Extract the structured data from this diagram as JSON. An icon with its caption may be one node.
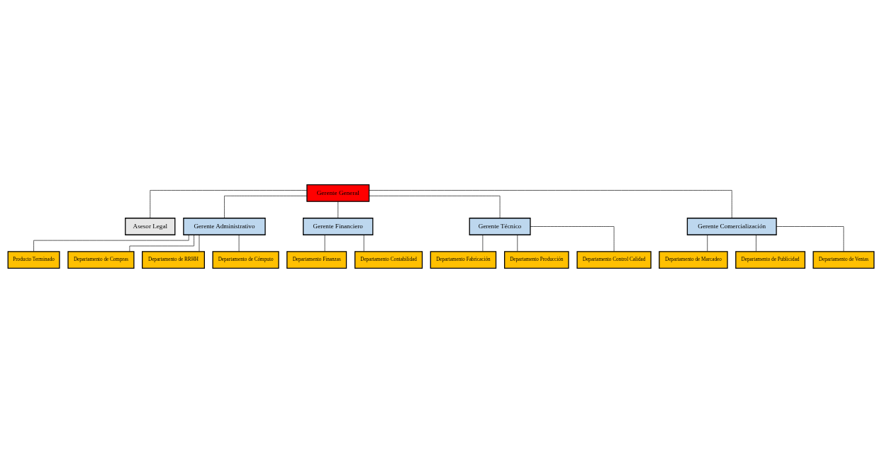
{
  "diagram": {
    "nodes": [
      {
        "text": [
          "Gerente General"
        ]
      },
      {
        "text": [
          "Asesor Legal"
        ]
      },
      {
        "text": [
          "Gerente Administrativo"
        ]
      },
      {
        "text": [
          "Gerente Financiero"
        ]
      },
      {
        "text": [
          "Gerente Técnico"
        ]
      },
      {
        "text": [
          "Gerente Comercialización"
        ]
      },
      {
        "text": [
          "Producto Terminado"
        ]
      },
      {
        "text": [
          "Departamento de Compras"
        ]
      },
      {
        "text": [
          "Departamento de RRHH"
        ]
      },
      {
        "text": [
          "Departamento de Cómputo"
        ]
      },
      {
        "text": [
          "Departamento Finanzas"
        ]
      },
      {
        "text": [
          "Departamento Contabilidad"
        ]
      },
      {
        "text": [
          "Departamento Fabricación"
        ]
      },
      {
        "text": [
          "Departamento Producción"
        ]
      },
      {
        "text": [
          "Departamento Control Calidad"
        ]
      },
      {
        "text": [
          "Departamento de Marcadeo"
        ]
      },
      {
        "text": [
          "Departamento de Publicidad"
        ]
      },
      {
        "text": [
          "Departamento de Ventas"
        ]
      }
    ],
    "edges": [
      {
        "from": 0,
        "to": 1,
        "arrow": "none"
      },
      {
        "from": 0,
        "to": 2,
        "arrow": "none"
      },
      {
        "from": 0,
        "to": 3,
        "arrow": "none"
      },
      {
        "from": 0,
        "to": 4,
        "arrow": "none"
      },
      {
        "from": 0,
        "to": 5,
        "arrow": "none"
      },
      {
        "from": 2,
        "to": 6,
        "arrow": "none"
      },
      {
        "from": 2,
        "to": 7,
        "arrow": "none"
      },
      {
        "from": 2,
        "to": 8,
        "arrow": "none"
      },
      {
        "from": 2,
        "to": 9,
        "arrow": "none"
      },
      {
        "from": 3,
        "to": 10,
        "arrow": "none"
      },
      {
        "from": 3,
        "to": 11,
        "arrow": "none"
      },
      {
        "from": 4,
        "to": 12,
        "arrow": "none"
      },
      {
        "from": 4,
        "to": 13,
        "arrow": "none"
      },
      {
        "from": 4,
        "to": 14,
        "arrow": "none"
      },
      {
        "from": 5,
        "to": 15,
        "arrow": "none"
      },
      {
        "from": 5,
        "to": 16,
        "arrow": "none"
      },
      {
        "from": 5,
        "to": 17,
        "arrow": "none"
      }
    ]
  }
}
